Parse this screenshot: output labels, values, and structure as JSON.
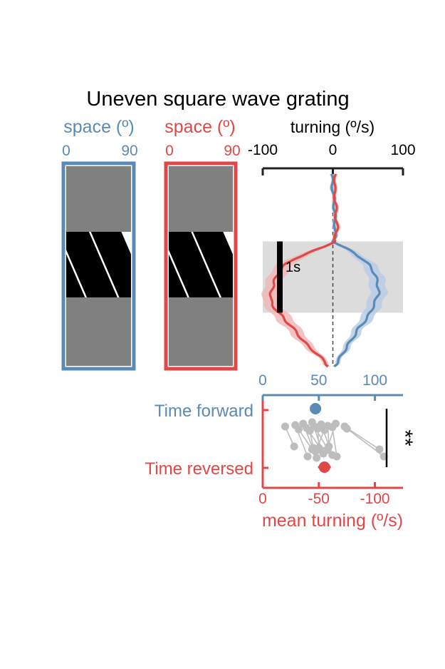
{
  "title": "Uneven square wave grating",
  "colors": {
    "forward": "#5b8ab5",
    "reversed": "#e04848",
    "forward_band": "#b9cde6",
    "reversed_band": "#f0b9b9",
    "stimulus_shade": "#dcdcdc",
    "gray_panel": "#808080",
    "paired_points": "#bdbdbd",
    "axis": "#222222"
  },
  "stimulus_panels": [
    {
      "label": "space (º)",
      "tick_left": "0",
      "tick_right": "90",
      "condition": "forward"
    },
    {
      "label": "space (º)",
      "tick_left": "0",
      "tick_right": "90",
      "condition": "reversed"
    }
  ],
  "chart_data": [
    {
      "type": "line",
      "orientation": "vertical-time",
      "xlabel": "turning (º/s)",
      "xlim": [
        -100,
        100
      ],
      "xticks": [
        "-100",
        "0",
        "100"
      ],
      "ylim_time": [
        0,
        100
      ],
      "stimulus_window": [
        35,
        72
      ],
      "scale_bar_label": "1s",
      "reference_x": 0,
      "series": [
        {
          "condition": "forward",
          "t": [
            0,
            4,
            8,
            12,
            16,
            20,
            24,
            28,
            32,
            35,
            38,
            41,
            44,
            47,
            50,
            53,
            56,
            59,
            62,
            65,
            68,
            71,
            74,
            77,
            80,
            83,
            86,
            89,
            92,
            95,
            98,
            100
          ],
          "v": [
            -2,
            -1,
            0,
            1,
            2,
            3,
            2,
            4,
            3,
            1,
            16,
            30,
            42,
            51,
            57,
            61,
            63,
            65,
            65,
            62,
            58,
            55,
            50,
            44,
            37,
            32,
            27,
            21,
            16,
            11,
            6,
            2
          ]
        },
        {
          "condition": "reversed",
          "t": [
            0,
            4,
            8,
            12,
            16,
            20,
            24,
            28,
            32,
            35,
            38,
            41,
            44,
            47,
            50,
            53,
            56,
            59,
            62,
            65,
            68,
            71,
            74,
            77,
            80,
            83,
            86,
            89,
            92,
            95,
            98,
            100
          ],
          "v": [
            4,
            3,
            2,
            3,
            4,
            4,
            5,
            6,
            4,
            2,
            -14,
            -35,
            -55,
            -68,
            -75,
            -80,
            -84,
            -86,
            -88,
            -89,
            -86,
            -80,
            -72,
            -65,
            -57,
            -50,
            -44,
            -36,
            -27,
            -18,
            -10,
            -7
          ]
        }
      ]
    },
    {
      "type": "scatter",
      "xlabel": "mean turning (º/s)",
      "top_axis": {
        "condition": "forward",
        "ticks": [
          "0",
          "50",
          "100"
        ],
        "lim": [
          0,
          125
        ]
      },
      "bottom_axis": {
        "condition": "reversed",
        "ticks": [
          "0",
          "-50",
          "-100"
        ],
        "lim": [
          0,
          -125
        ]
      },
      "rows": [
        "Time forward",
        "Time reversed"
      ],
      "significance": "**",
      "mean_forward": 47,
      "mean_reversed": -55,
      "pairs": [
        {
          "forward": 20,
          "reversed": -28
        },
        {
          "forward": 29,
          "reversed": -40
        },
        {
          "forward": 32,
          "reversed": -44
        },
        {
          "forward": 36,
          "reversed": -48
        },
        {
          "forward": 39,
          "reversed": -53
        },
        {
          "forward": 42,
          "reversed": -45
        },
        {
          "forward": 44,
          "reversed": -54
        },
        {
          "forward": 46,
          "reversed": -58
        },
        {
          "forward": 49,
          "reversed": -50
        },
        {
          "forward": 52,
          "reversed": -62
        },
        {
          "forward": 55,
          "reversed": -47
        },
        {
          "forward": 58,
          "reversed": -59
        },
        {
          "forward": 62,
          "reversed": -66
        },
        {
          "forward": 65,
          "reversed": -57
        },
        {
          "forward": 73,
          "reversed": -104
        },
        {
          "forward": 75,
          "reversed": -108
        }
      ]
    }
  ]
}
